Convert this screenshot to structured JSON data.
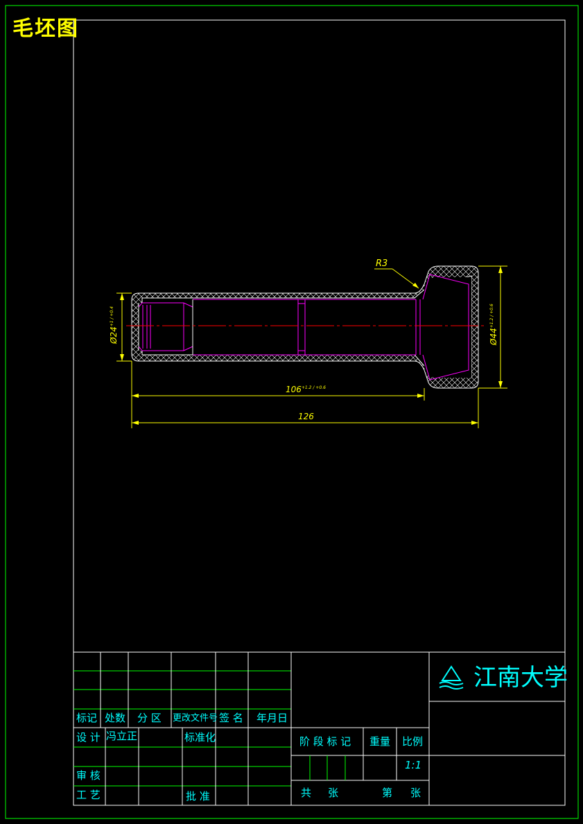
{
  "sheet_title": "毛坯图",
  "colors": {
    "background": "#000000",
    "frame": "#00ff00",
    "outline": "#ffffff",
    "part_contour": "#ff00ff",
    "centerline": "#ff0000",
    "dimension": "#ffff00",
    "titleblock_text": "#00ffff"
  },
  "drawing": {
    "dim_left_diameter": "Ø24",
    "dim_left_tol": "+1 / +0.4",
    "dim_right_diameter": "Ø44",
    "dim_right_tol": "+1.2 / +0.6",
    "dim_length_main": "106",
    "dim_length_main_tol": "+1.2 / +0.6",
    "dim_length_total": "126",
    "radius_label": "R3"
  },
  "title_block": {
    "col_mark": "标记",
    "col_count": "处数",
    "col_zone": "分 区",
    "col_doc": "更改文件号",
    "col_sign": "签 名",
    "col_date": "年月日",
    "design": "设 计",
    "designer": "冯立正",
    "standardize": "标准化",
    "review": "审 核",
    "craft": "工 艺",
    "approve": "批 准",
    "stage_mark": "阶 段 标 记",
    "weight": "重量",
    "scale_label": "比例",
    "scale_value": "1:1",
    "total": "共",
    "sheets1": "张",
    "nth": "第",
    "sheets2": "张",
    "university": "江南大学"
  }
}
